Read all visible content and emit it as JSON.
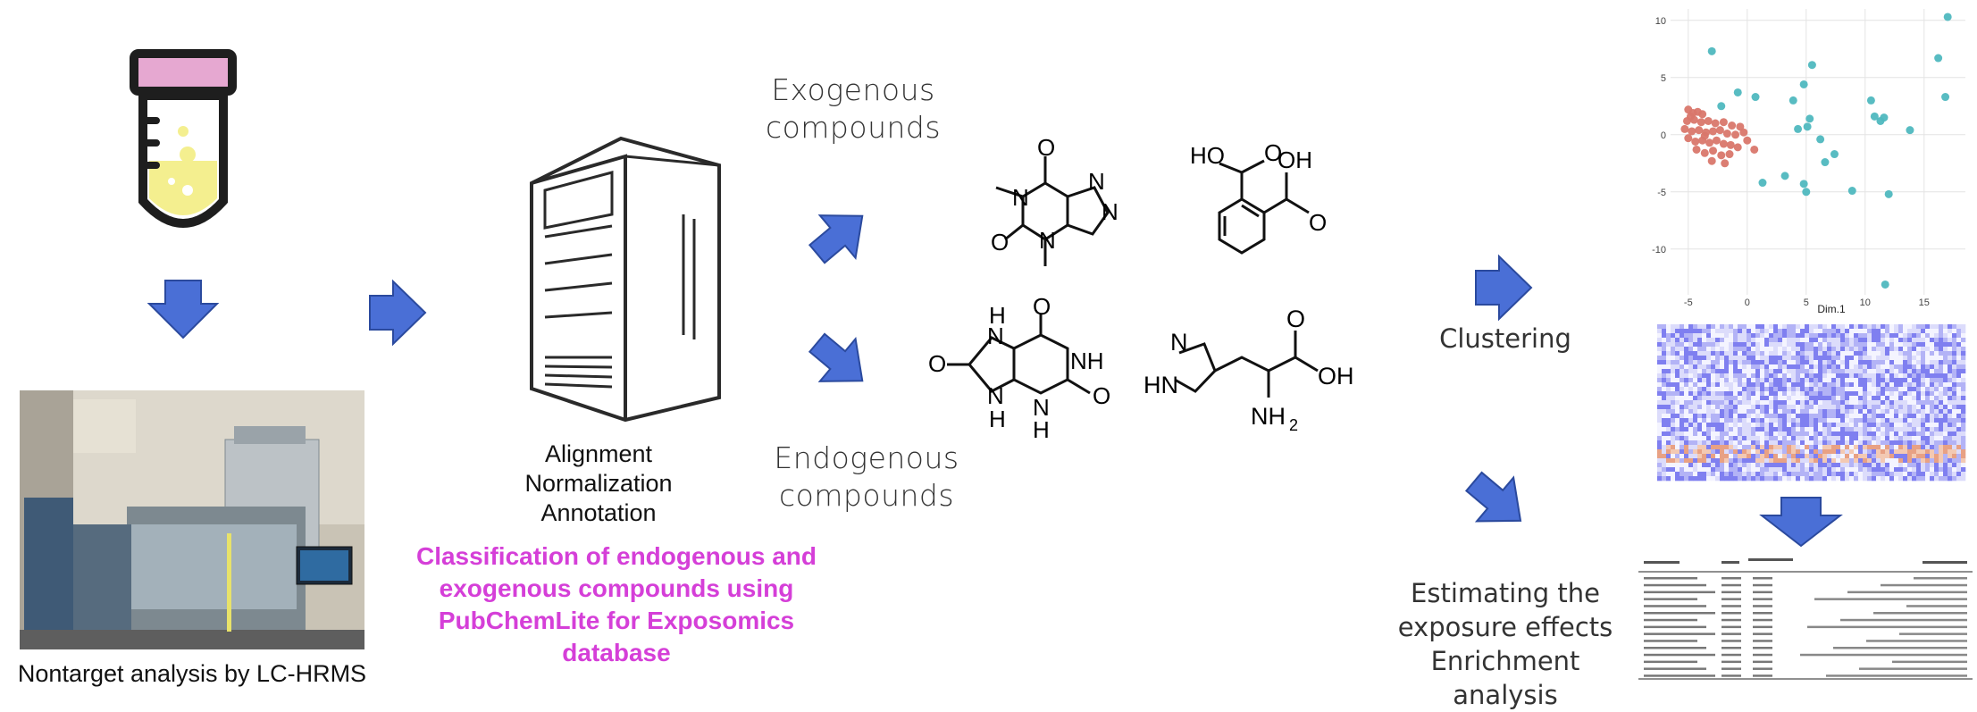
{
  "labels": {
    "nontarget": "Nontarget analysis by LC-HRMS",
    "processing": [
      "Alignment",
      "Normalization",
      "Annotation"
    ],
    "classification": [
      "Classification of endogenous and",
      "exogenous compounds using",
      "PubChemLite for Exposomics",
      "database"
    ],
    "exogenous": [
      "Exogenous",
      "compounds"
    ],
    "endogenous": [
      "Endogenous",
      "compounds"
    ],
    "clustering": "Clustering",
    "estimating": [
      "Estimating the",
      "exposure effects",
      "Enrichment",
      "analysis"
    ]
  },
  "molecule_atoms": {
    "caffeine": [
      "O",
      "N",
      "N",
      "O",
      "N",
      "N"
    ],
    "phthalic": [
      "HO",
      "O",
      "OH",
      "O"
    ],
    "uric": [
      "O",
      "H",
      "N",
      "NH",
      "O",
      "N",
      "H",
      "N",
      "H",
      "O"
    ],
    "histidine": [
      "N",
      "HN",
      "O",
      "OH",
      "NH",
      "2"
    ]
  },
  "scatter_axis": {
    "xlabel": "Dim.1",
    "xticks": [
      "-5",
      "0",
      "5",
      "10",
      "15"
    ],
    "yticks": [
      "10",
      "5",
      "0",
      "-5",
      "-10"
    ]
  },
  "chart_data": {
    "type": "scatter",
    "xlabel": "Dim.1",
    "ylabel": "",
    "xlim": [
      -6.5,
      18.5
    ],
    "ylim": [
      -14,
      11
    ],
    "grid": true,
    "series": [
      {
        "color": "#d9776b",
        "points": [
          [
            -5,
            2.2
          ],
          [
            -4.6,
            1.9
          ],
          [
            -4.2,
            2.0
          ],
          [
            -3.8,
            1.8
          ],
          [
            -5.1,
            1.2
          ],
          [
            -4.5,
            1.3
          ],
          [
            -3.9,
            1.1
          ],
          [
            -3.3,
            1.2
          ],
          [
            -2.7,
            1.0
          ],
          [
            -2.0,
            1.1
          ],
          [
            -1.3,
            0.8
          ],
          [
            -0.6,
            0.7
          ],
          [
            -5.3,
            0.5
          ],
          [
            -4.7,
            0.3
          ],
          [
            -4.1,
            0.4
          ],
          [
            -3.5,
            0.2
          ],
          [
            -2.9,
            0.3
          ],
          [
            -2.3,
            0.4
          ],
          [
            -1.7,
            0.1
          ],
          [
            -1.0,
            0.0
          ],
          [
            -0.3,
            0.2
          ],
          [
            -5.0,
            -0.3
          ],
          [
            -4.4,
            -0.6
          ],
          [
            -3.8,
            -0.5
          ],
          [
            -3.2,
            -0.7
          ],
          [
            -2.6,
            -0.5
          ],
          [
            -2.0,
            -0.8
          ],
          [
            -1.4,
            -0.9
          ],
          [
            -0.8,
            -1.1
          ],
          [
            0.0,
            -0.5
          ],
          [
            -4.3,
            -1.3
          ],
          [
            -3.6,
            -1.6
          ],
          [
            -2.9,
            -1.4
          ],
          [
            -2.2,
            -1.8
          ],
          [
            -1.5,
            -1.7
          ],
          [
            -3.0,
            -2.3
          ],
          [
            -1.9,
            -2.5
          ],
          [
            0.6,
            -1.3
          ],
          [
            -4.8,
            1.6
          ],
          [
            -3.6,
            -0.1
          ]
        ]
      },
      {
        "color": "#4fb8bf",
        "points": [
          [
            -3,
            7.3
          ],
          [
            -0.8,
            3.7
          ],
          [
            -2.2,
            2.5
          ],
          [
            0.7,
            3.3
          ],
          [
            4.8,
            4.4
          ],
          [
            5.5,
            6.1
          ],
          [
            4.3,
            0.5
          ],
          [
            5.1,
            0.7
          ],
          [
            5.3,
            1.4
          ],
          [
            3.9,
            3.0
          ],
          [
            6.2,
            -0.4
          ],
          [
            6.6,
            -2.4
          ],
          [
            7.4,
            -1.7
          ],
          [
            3.2,
            -3.6
          ],
          [
            4.8,
            -4.3
          ],
          [
            5.0,
            -5.0
          ],
          [
            1.3,
            -4.2
          ],
          [
            8.9,
            -4.9
          ],
          [
            10.8,
            1.6
          ],
          [
            11.3,
            1.2
          ],
          [
            11.6,
            1.5
          ],
          [
            13.8,
            0.4
          ],
          [
            12.0,
            -5.2
          ],
          [
            11.7,
            -13.1
          ],
          [
            16.2,
            6.7
          ],
          [
            17.0,
            10.3
          ],
          [
            16.8,
            3.3
          ],
          [
            10.5,
            3.0
          ]
        ]
      }
    ]
  }
}
